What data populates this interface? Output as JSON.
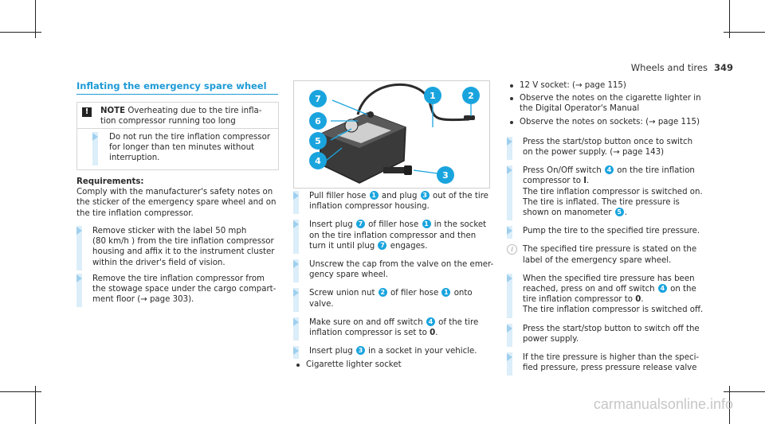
{
  "header": {
    "section": "Wheels and tires",
    "page_number": "349"
  },
  "section_title": "Inflating the emergency spare wheel",
  "note": {
    "label": "NOTE",
    "lines": [
      "Overheating due to the tire infla-",
      "tion compressor running too long"
    ],
    "step_lines": [
      "Do not run the tire inflation compressor",
      "for longer than ten minutes without",
      "interruption."
    ]
  },
  "requirements": {
    "heading": "Requirements:",
    "lines": [
      "Comply with the manufacturer's safety notes on",
      "the sticker of the emergency spare wheel and on",
      "the tire inflation compressor."
    ]
  },
  "left_steps": [
    {
      "lines": [
        "Remove sticker with the label 50 mph",
        "(80 km/h ) from the tire inflation compressor",
        "housing and affix it to the instrument cluster",
        "within the driver's field of vision."
      ]
    },
    {
      "lines": [
        "Remove the tire inflation compressor from",
        "the stowage space under the cargo compart-",
        "ment floor (→ page 303)."
      ]
    }
  ],
  "figure": {
    "callouts": [
      "7",
      "6",
      "5",
      "4",
      "1",
      "2",
      "3"
    ],
    "colors": {
      "callout": "#1aa4de",
      "compressor": "#2b2b2b",
      "panel": "#cfcfcf"
    }
  },
  "middle_steps": [
    {
      "lines": [
        [
          "Pull filler hose ",
          "1",
          " and plug ",
          "3",
          " out of the tire"
        ],
        [
          "inflation compressor housing."
        ]
      ]
    },
    {
      "lines": [
        [
          "Insert plug ",
          "7",
          " of filler hose ",
          "1",
          " in the socket"
        ],
        [
          "on the tire inflation compressor and then"
        ],
        [
          "turn it until plug ",
          "7",
          " engages."
        ]
      ]
    },
    {
      "lines": [
        [
          "Unscrew the cap from the valve on the emer-"
        ],
        [
          "gency spare wheel."
        ]
      ]
    },
    {
      "lines": [
        [
          "Screw union nut ",
          "2",
          " of filer hose ",
          "1",
          " onto"
        ],
        [
          "valve."
        ]
      ]
    },
    {
      "lines": [
        [
          "Make sure on and off switch ",
          "4",
          " of the tire"
        ],
        [
          "inflation compressor is set to ",
          "0B",
          "."
        ]
      ]
    },
    {
      "lines": [
        [
          "Insert plug ",
          "3",
          " in a socket in your vehicle."
        ]
      ]
    }
  ],
  "middle_bullets": [
    "Cigarette lighter socket"
  ],
  "right_bullets": [
    [
      "12 V socket: (→ page 115)"
    ],
    [
      "Observe the notes on the cigarette lighter in",
      "the Digital Operator's Manual"
    ],
    [
      "Observe the notes on sockets: (→ page 115)"
    ]
  ],
  "right_steps": [
    {
      "lines": [
        [
          "Press the start/stop button once to switch"
        ],
        [
          "on the power supply. (→ page 143)"
        ]
      ]
    },
    {
      "lines": [
        [
          "Press On/Off switch ",
          "4",
          " on the tire inflation"
        ],
        [
          "compressor to ",
          "IB",
          "."
        ],
        [
          "The tire inflation compressor is switched on."
        ],
        [
          "The tire is inflated. The tire pressure is"
        ],
        [
          "shown on manometer ",
          "5",
          "."
        ]
      ]
    },
    {
      "lines": [
        [
          "Pump the tire to the specified tire pressure."
        ]
      ]
    }
  ],
  "info": {
    "lines": [
      "The specified tire pressure is stated on the",
      "label of the emergency spare wheel."
    ]
  },
  "right_steps_2": [
    {
      "lines": [
        [
          "When the specified tire pressure has been"
        ],
        [
          "reached, press on and off switch ",
          "4",
          " on the"
        ],
        [
          "tire inflation compressor to ",
          "0B",
          "."
        ],
        [
          "The tire inflation compressor is switched off."
        ]
      ]
    },
    {
      "lines": [
        [
          "Press the start/stop button to switch off the"
        ],
        [
          "power supply."
        ]
      ]
    },
    {
      "lines": [
        [
          "If the tire pressure is higher than the speci-"
        ],
        [
          "fied pressure, press pressure release valve"
        ]
      ]
    }
  ],
  "watermark": "carmanualsonline.info"
}
